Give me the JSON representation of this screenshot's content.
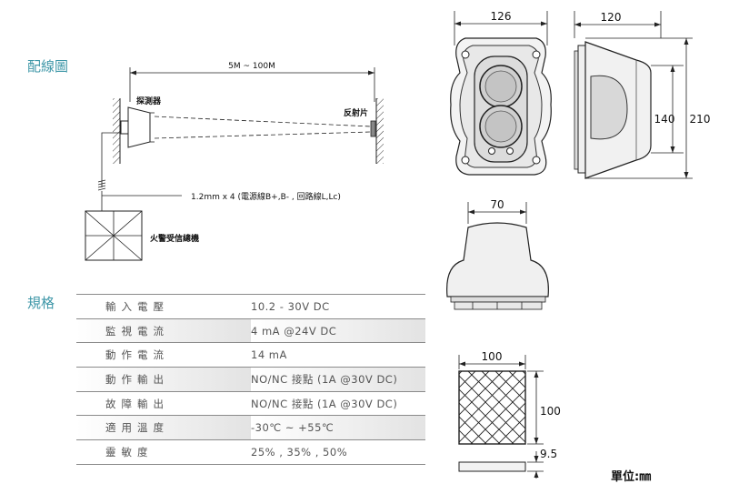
{
  "sections": {
    "wiring": "配線圖",
    "specs": "規格"
  },
  "wiring_diagram": {
    "distance": "5M ~ 100M",
    "detector": "探測器",
    "reflector": "反射片",
    "cable": "1.2mm x 4 (電源線B+,B- , 回路線L,Lc)",
    "panel": "火警受信總機"
  },
  "specs": [
    {
      "key": "輸入電壓",
      "value": "10.2 - 30V DC"
    },
    {
      "key": "監視電流",
      "value": "4 mA @24V DC"
    },
    {
      "key": "動作電流",
      "value": "14 mA"
    },
    {
      "key": "動作輸出",
      "value": "NO/NC 接點 (1A @30V DC)"
    },
    {
      "key": "故障輸出",
      "value": "NO/NC 接點 (1A @30V DC)"
    },
    {
      "key": "適用溫度",
      "value": "-30℃ ~ +55℃"
    },
    {
      "key": "靈敏度",
      "value": "25% , 35% , 50%"
    }
  ],
  "dimensions": {
    "front_width": "126",
    "side_depth": "120",
    "side_inner_height": "140",
    "side_total_height": "210",
    "top_width": "70",
    "reflector_width": "100",
    "reflector_height": "100",
    "reflector_thickness": "9.5"
  },
  "unit_label": "單位:㎜"
}
